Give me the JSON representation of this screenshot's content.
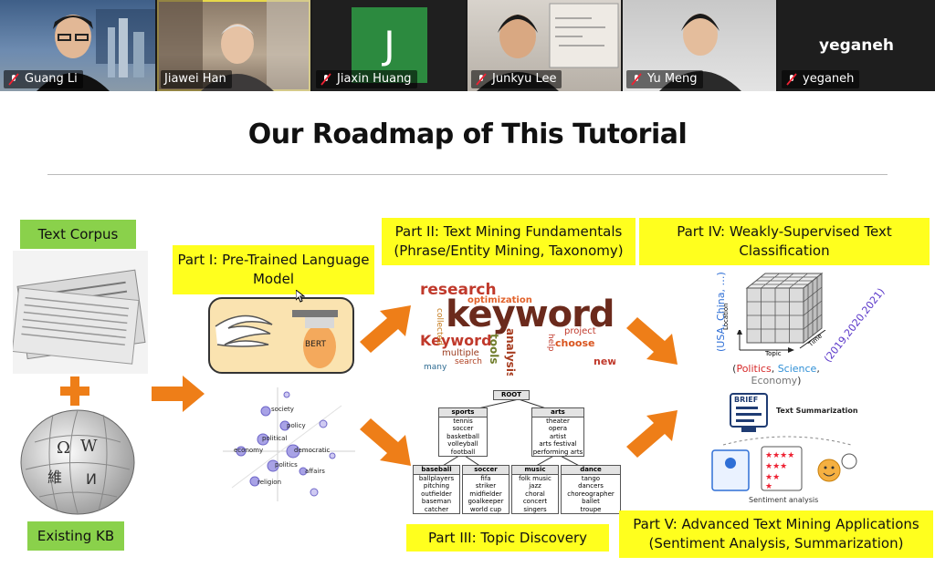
{
  "participants": [
    {
      "name": "Guang Li",
      "muted": true
    },
    {
      "name": "Jiawei Han",
      "muted": false
    },
    {
      "name": "Jiaxin Huang",
      "muted": true,
      "initial": "J"
    },
    {
      "name": "Junkyu Lee",
      "muted": true
    },
    {
      "name": "Yu Meng",
      "muted": true
    },
    {
      "name": "yeganeh",
      "muted": true,
      "header": "yeganeh"
    }
  ],
  "slide": {
    "title": "Our Roadmap of This Tutorial",
    "text_corpus": "Text Corpus",
    "existing_kb": "Existing KB",
    "part1": "Part I: Pre-Trained Language Model",
    "bert": "BERT",
    "part2": "Part II: Text Mining Fundamentals (Phrase/Entity Mining, Taxonomy)",
    "part3": "Part III: Topic Discovery",
    "part4": "Part IV: Weakly-Supervised Text Classification",
    "part5": "Part V: Advanced Text Mining Applications (Sentiment Analysis, Summarization)",
    "embedding_words": [
      "society",
      "policy",
      "political",
      "economy",
      "democratic",
      "politics",
      "affairs",
      "religion"
    ],
    "wordcloud": {
      "big": "keywords",
      "mid": [
        "research",
        "Keyword",
        "optimization",
        "collected",
        "analysis",
        "tools",
        "choose",
        "multiple",
        "search",
        "many",
        "project",
        "new",
        "help"
      ]
    },
    "taxonomy": {
      "root": "ROOT",
      "level1": [
        {
          "label": "sports",
          "items": [
            "tennis",
            "soccer",
            "basketball",
            "volleyball",
            "football"
          ]
        },
        {
          "label": "arts",
          "items": [
            "theater",
            "opera",
            "artist",
            "arts festival",
            "performing arts"
          ]
        }
      ],
      "level2": [
        {
          "label": "baseball",
          "items": [
            "ballplayers",
            "pitching",
            "outfielder",
            "baseman",
            "catcher"
          ]
        },
        {
          "label": "soccer",
          "items": [
            "fifa",
            "striker",
            "midfielder",
            "goalkeeper",
            "world cup"
          ]
        },
        {
          "label": "music",
          "items": [
            "folk music",
            "jazz",
            "choral",
            "concert",
            "singers"
          ]
        },
        {
          "label": "dance",
          "items": [
            "tango",
            "dancers",
            "choreographer",
            "ballet",
            "troupe"
          ]
        }
      ]
    },
    "cube": {
      "location_axis": "Location",
      "topic_axis": "Topic",
      "time_axis": "Time",
      "locations": "(USA, China, …)",
      "years": "(2019,2020,2021)",
      "topics_caption": [
        "Politics",
        "Science",
        "Economy"
      ]
    },
    "summary": {
      "brief": "BRIEF",
      "text_summarization": "Text Summarization",
      "sentiment_analysis": "Sentiment analysis"
    }
  },
  "colors": {
    "yellow_box": "#ffff1e",
    "green_box": "#8ad14b",
    "arrow": "#ee7e18",
    "usa": "#3bb04a",
    "china": "#2f6fd6",
    "politics": "#d62828",
    "science": "#2f8fd6",
    "economy": "#777777"
  }
}
